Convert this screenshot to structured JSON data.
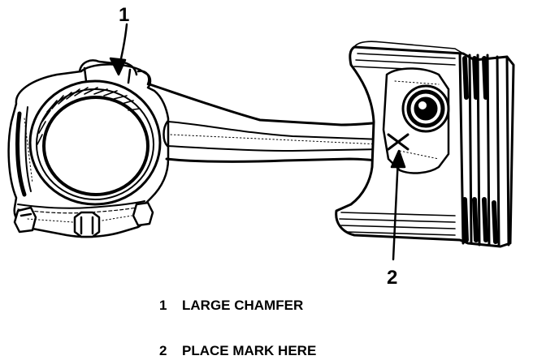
{
  "diagram": {
    "callouts": [
      {
        "number": "1"
      },
      {
        "number": "2"
      }
    ],
    "legend": [
      {
        "number": "1",
        "text": "LARGE CHAMFER"
      },
      {
        "number": "2",
        "text": "PLACE MARK HERE"
      }
    ]
  }
}
